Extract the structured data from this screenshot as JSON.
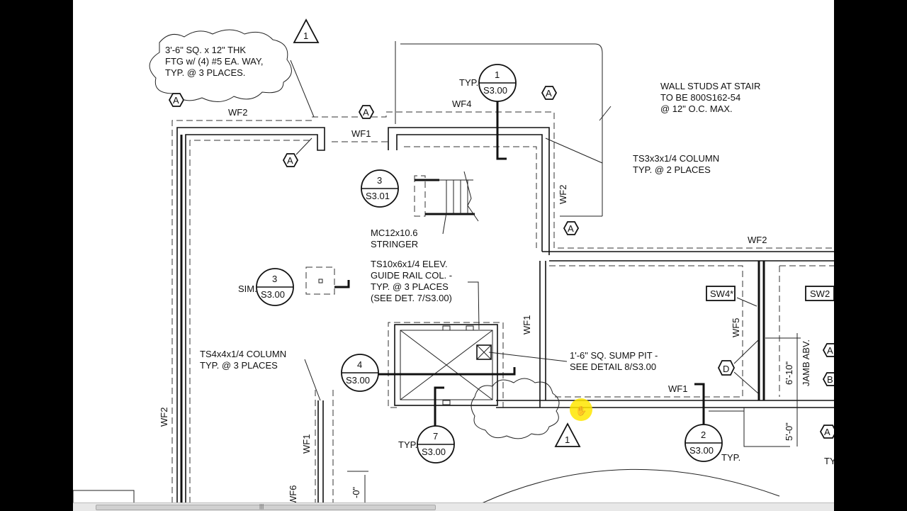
{
  "notes": {
    "footing": [
      "3'-6\" SQ. x 12\" THK",
      "FTG w/ (4) #5 EA. WAY,",
      "TYP. @ 3 PLACES."
    ],
    "wall_studs": [
      "WALL STUDS AT STAIR",
      "TO BE 800S162-54",
      "@ 12\" O.C. MAX."
    ],
    "ts3_column": [
      "TS3x3x1/4 COLUMN",
      "TYP. @ 2 PLACES"
    ],
    "stringer": [
      "MC12x10.6",
      "STRINGER"
    ],
    "guide_rail": [
      "TS10x6x1/4 ELEV.",
      "GUIDE RAIL COL. -",
      "TYP. @ 3 PLACES",
      "(SEE DET. 7/S3.00)"
    ],
    "ts4_column": [
      "TS4x4x1/4 COLUMN",
      "TYP. @ 3 PLACES"
    ],
    "sump_pit": [
      "1'-6\" SQ. SUMP PIT -",
      "SEE DETAIL 8/S3.00"
    ]
  },
  "wall_labels": {
    "wf2_top": "WF2",
    "wf4": "WF4",
    "wf1_top": "WF1",
    "wf2_right": "WF2",
    "wf2_mid": "WF2",
    "wf1_mid": "WF1",
    "wf5": "WF5",
    "wf1_bottom": "WF1",
    "wf2_left": "WF2",
    "wf1_left": "WF1",
    "wf6": "WF6"
  },
  "shear_walls": {
    "sw4": "SW4*",
    "sw2": "SW2"
  },
  "dimensions": {
    "d1": "6'-10\"",
    "d2": "5'-0\"",
    "d3": "-0\"",
    "jamb": "JAMB ABV."
  },
  "section_callouts": [
    {
      "num": "1",
      "sheet": "S3.00",
      "note": "TYP."
    },
    {
      "num": "3",
      "sheet": "S3.01",
      "note": ""
    },
    {
      "num": "3",
      "sheet": "S3.00",
      "note": "SIM."
    },
    {
      "num": "4",
      "sheet": "S3.00",
      "note": ""
    },
    {
      "num": "7",
      "sheet": "S3.00",
      "note": "TYP."
    },
    {
      "num": "2",
      "sheet": "S3.00",
      "note": "TYP."
    }
  ],
  "tags": {
    "a": "A",
    "b": "B",
    "d": "D",
    "typ_edge": "TYP"
  },
  "revision": "1",
  "colors": {
    "cursor_highlight": "#ffe600",
    "ink": "#111111",
    "background": "#ffffff"
  }
}
